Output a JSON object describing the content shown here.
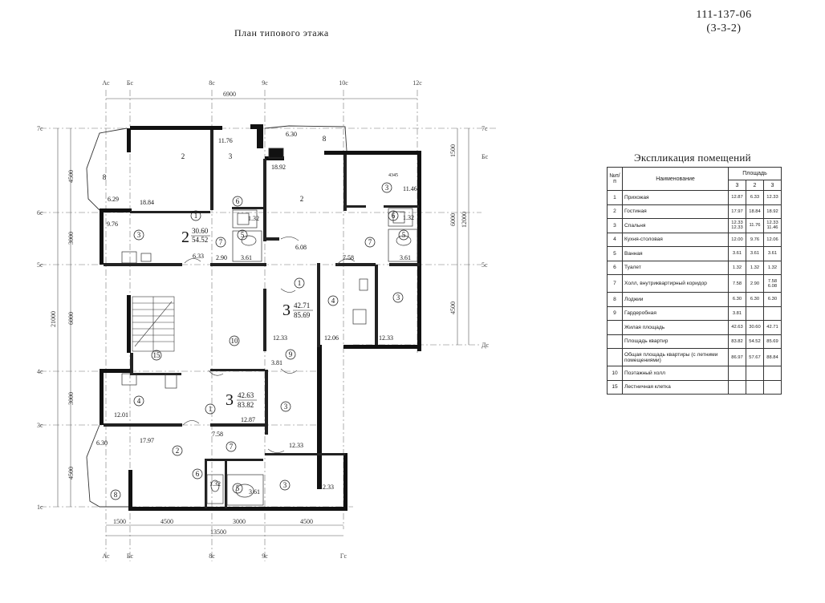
{
  "document": {
    "code": "111-137-06",
    "variant": "(3-3-2)",
    "plan_title": "План типового этажа"
  },
  "axes": {
    "top_letters": [
      "Ас",
      "Бс",
      "8с",
      "9с",
      "10с",
      "12с"
    ],
    "bottom_letters": [
      "Ас",
      "Бс",
      "8с",
      "9с",
      "Гс"
    ],
    "left_labels": [
      "7с",
      "6с",
      "5с",
      "4с",
      "3с",
      "1с"
    ],
    "right_labels": [
      "7с",
      "Бс",
      "5с",
      "Дс"
    ]
  },
  "dimensions": {
    "top": "6900",
    "bottom_segments": [
      "1500",
      "4500",
      "3000",
      "4500"
    ],
    "bottom_total": "13500",
    "left_segments": [
      "4500",
      "3000",
      "6000",
      "3000",
      "4500"
    ],
    "left_total": "21000",
    "right_segments": [
      "1500",
      "6000",
      "4500"
    ],
    "right_total": "12000"
  },
  "plan": {
    "room_numbers": [
      {
        "id": "r1",
        "label": "8"
      },
      {
        "id": "r2",
        "label": "2"
      },
      {
        "id": "r3",
        "label": "3"
      },
      {
        "id": "r4",
        "label": "1"
      },
      {
        "id": "r5",
        "label": "6"
      },
      {
        "id": "r6",
        "label": "5"
      },
      {
        "id": "r7",
        "label": "7"
      },
      {
        "id": "r8",
        "label": "3"
      },
      {
        "id": "r9",
        "label": "8"
      },
      {
        "id": "r10",
        "label": "2"
      },
      {
        "id": "r11",
        "label": "3"
      },
      {
        "id": "r12",
        "label": "6"
      },
      {
        "id": "r13",
        "label": "5"
      },
      {
        "id": "r14",
        "label": "7"
      },
      {
        "id": "r15",
        "label": "1"
      },
      {
        "id": "r16",
        "label": "4"
      },
      {
        "id": "r17",
        "label": "3"
      },
      {
        "id": "r18",
        "label": "10"
      },
      {
        "id": "r19",
        "label": "15"
      },
      {
        "id": "r20",
        "label": "9"
      },
      {
        "id": "r21",
        "label": "4"
      },
      {
        "id": "r22",
        "label": "1"
      },
      {
        "id": "r23",
        "label": "3"
      },
      {
        "id": "r24",
        "label": "2"
      },
      {
        "id": "r25",
        "label": "7"
      },
      {
        "id": "r26",
        "label": "6"
      },
      {
        "id": "r27",
        "label": "5"
      },
      {
        "id": "r28",
        "label": "3"
      },
      {
        "id": "r29",
        "label": "8"
      }
    ],
    "areas": [
      {
        "id": "a1",
        "value": "11.76"
      },
      {
        "id": "a2",
        "value": "6.30"
      },
      {
        "id": "a3",
        "value": "18.92"
      },
      {
        "id": "a4",
        "value": "11.46"
      },
      {
        "id": "a5",
        "value": "6.29"
      },
      {
        "id": "a6",
        "value": "18.84"
      },
      {
        "id": "a7",
        "value": "9.76"
      },
      {
        "id": "a8",
        "value": "6.33"
      },
      {
        "id": "a9",
        "value": "2.90"
      },
      {
        "id": "a10",
        "value": "3.61"
      },
      {
        "id": "a11",
        "value": "6.08"
      },
      {
        "id": "a12",
        "value": "7.58"
      },
      {
        "id": "a13",
        "value": "3.61"
      },
      {
        "id": "a14",
        "value": "12.33"
      },
      {
        "id": "a15",
        "value": "12.06"
      },
      {
        "id": "a16",
        "value": "12.33"
      },
      {
        "id": "a17",
        "value": "3.81"
      },
      {
        "id": "a18",
        "value": "12.01"
      },
      {
        "id": "a19",
        "value": "12.87"
      },
      {
        "id": "a20",
        "value": "6.30"
      },
      {
        "id": "a21",
        "value": "17.97"
      },
      {
        "id": "a22",
        "value": "7.58"
      },
      {
        "id": "a23",
        "value": "12.33"
      },
      {
        "id": "a24",
        "value": "1.32"
      },
      {
        "id": "a25",
        "value": "3.61"
      },
      {
        "id": "a26",
        "value": "12.33"
      },
      {
        "id": "a27",
        "value": "1.32"
      },
      {
        "id": "a28",
        "value": "1.32"
      },
      {
        "id": "a29",
        "value": "4345"
      }
    ],
    "apartments": [
      {
        "id": "apt1",
        "rooms": "2",
        "living": "30.60",
        "total": "54.52"
      },
      {
        "id": "apt2",
        "rooms": "3",
        "living": "42.71",
        "total": "85.69"
      },
      {
        "id": "apt3",
        "rooms": "3",
        "living": "42.63",
        "total": "83.82"
      }
    ]
  },
  "explication": {
    "title": "Экспликация помещений",
    "col_num": "№п/п",
    "col_name": "Наименование",
    "col_area": "Площадь",
    "area_sub": [
      "3",
      "2",
      "3"
    ],
    "rows": [
      {
        "num": "1",
        "name": "Прихожая",
        "v": [
          "12.87",
          "6.33",
          "12.33"
        ]
      },
      {
        "num": "2",
        "name": "Гостиная",
        "v": [
          "17.97",
          "18.84",
          "18.92"
        ]
      },
      {
        "num": "3",
        "name": "Спальня",
        "v": [
          "12.33\n12.33",
          "11.76",
          "12.33\n11.46"
        ]
      },
      {
        "num": "4",
        "name": "Кухня-столовая",
        "v": [
          "12.00",
          "9.76",
          "12.06"
        ]
      },
      {
        "num": "5",
        "name": "Ванная",
        "v": [
          "3.61",
          "3.61",
          "3.61"
        ]
      },
      {
        "num": "6",
        "name": "Туалет",
        "v": [
          "1.32",
          "1.32",
          "1.32"
        ]
      },
      {
        "num": "7",
        "name": "Холл, внутриквартирный коридор",
        "v": [
          "7.58",
          "2.90",
          "7.58\n6.08"
        ]
      },
      {
        "num": "8",
        "name": "Лоджии",
        "v": [
          "6.30",
          "6.30",
          "6.30"
        ]
      },
      {
        "num": "9",
        "name": "Гардеробная",
        "v": [
          "3.81",
          "",
          ""
        ]
      },
      {
        "num": "",
        "name": "Жилая площадь",
        "v": [
          "42.63",
          "30.60",
          "42.71"
        ]
      },
      {
        "num": "",
        "name": "Площадь квартир",
        "v": [
          "83.82",
          "54.52",
          "85.69"
        ]
      },
      {
        "num": "",
        "name": "Общая площадь квартиры (с летними помещениями)",
        "v": [
          "86.97",
          "57.67",
          "88.84"
        ]
      },
      {
        "num": "10",
        "name": "Поэтажный холл",
        "v": [
          "",
          "",
          ""
        ]
      },
      {
        "num": "15",
        "name": "Лестничная клетка",
        "v": [
          "",
          "",
          ""
        ]
      }
    ]
  }
}
